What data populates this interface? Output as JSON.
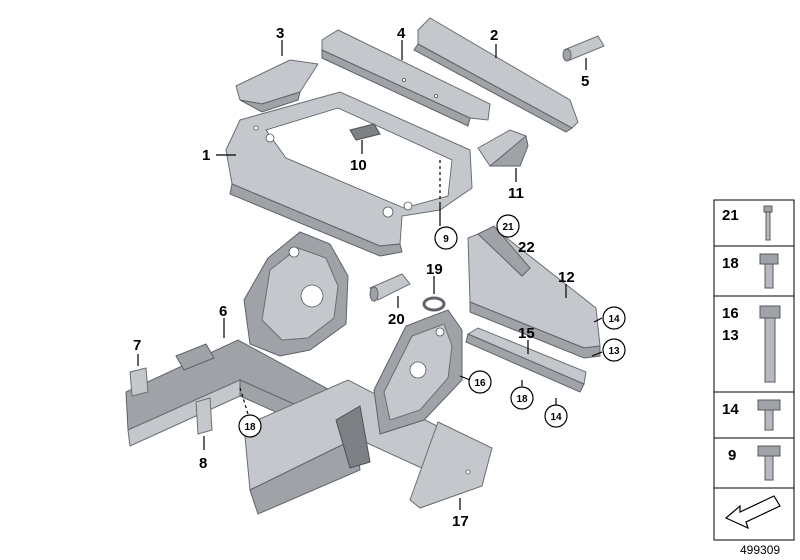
{
  "callouts": {
    "c1": "1",
    "c2": "2",
    "c3": "3",
    "c4": "4",
    "c5": "5",
    "c6": "6",
    "c7": "7",
    "c8": "8",
    "c9": "9",
    "c10": "10",
    "c11": "11",
    "c12": "12",
    "c13": "13",
    "c14a": "14",
    "c14b": "14",
    "c15": "15",
    "c16": "16",
    "c17": "17",
    "c18a": "18",
    "c18b": "18",
    "c19": "19",
    "c20": "20",
    "c21": "21",
    "c22": "22"
  },
  "legend": {
    "r1": "21",
    "r2": "18",
    "r3a": "16",
    "r3b": "13",
    "r4": "14",
    "r5": "9"
  },
  "document_number": "499309"
}
